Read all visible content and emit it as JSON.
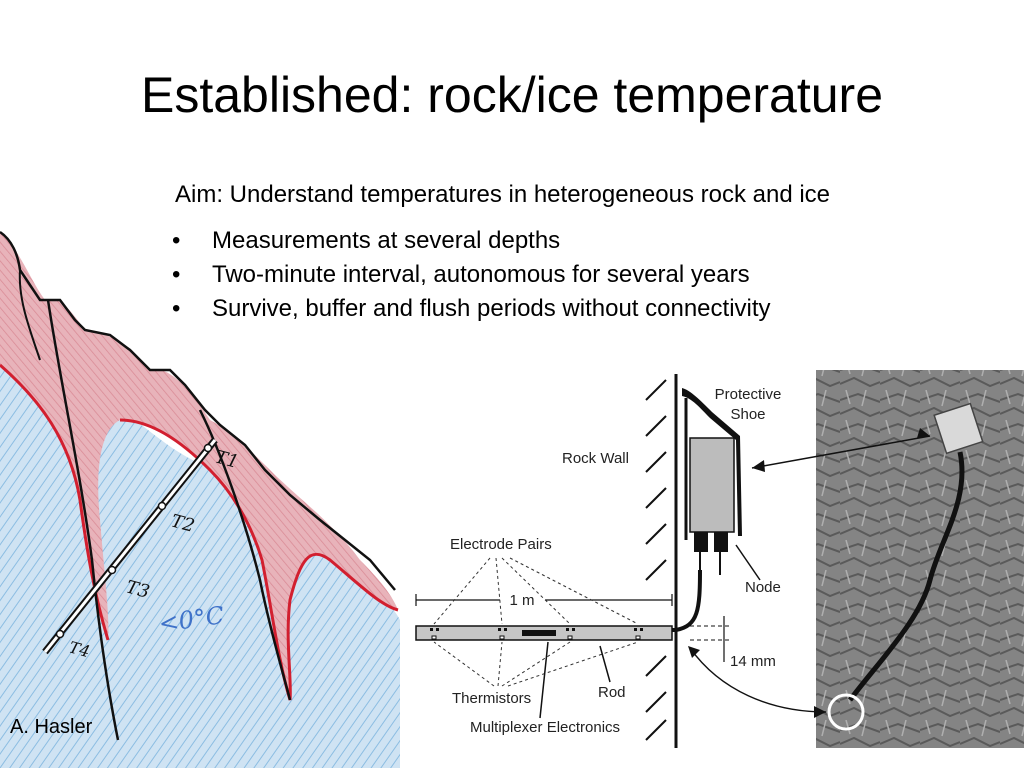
{
  "slide": {
    "title": "Established: rock/ice temperature",
    "aim": "Aim: Understand temperatures in heterogeneous rock and ice",
    "bullets": [
      "Measurements at several depths",
      "Two-minute interval, autonomous for several years",
      "Survive, buffer and flush periods without connectivity"
    ],
    "bullet_glyph": "•",
    "credit": "A. Hasler"
  },
  "sketch": {
    "sensor_labels": [
      "T1",
      "T2",
      "T3",
      "T4"
    ],
    "temp_label": "<0°C",
    "colors": {
      "rock": "#e3a5ae",
      "rock_edge": "#d21f2f",
      "ice": "#b8d8ee",
      "ice_stroke": "#7fb2da",
      "label": "#3f72c9"
    }
  },
  "diagram": {
    "labels": {
      "protective_shoe": [
        "Protective",
        "Shoe"
      ],
      "rock_wall": "Rock Wall",
      "electrode_pairs": "Electrode Pairs",
      "one_m": "1 m",
      "node": "Node",
      "fourteen_mm": "14 mm",
      "thermistors": "Thermistors",
      "rod": "Rod",
      "multiplexer": "Multiplexer Electronics"
    },
    "colors": {
      "node": "#bcbcbc",
      "rod": "#c6c6c6",
      "line": "#222222"
    }
  }
}
